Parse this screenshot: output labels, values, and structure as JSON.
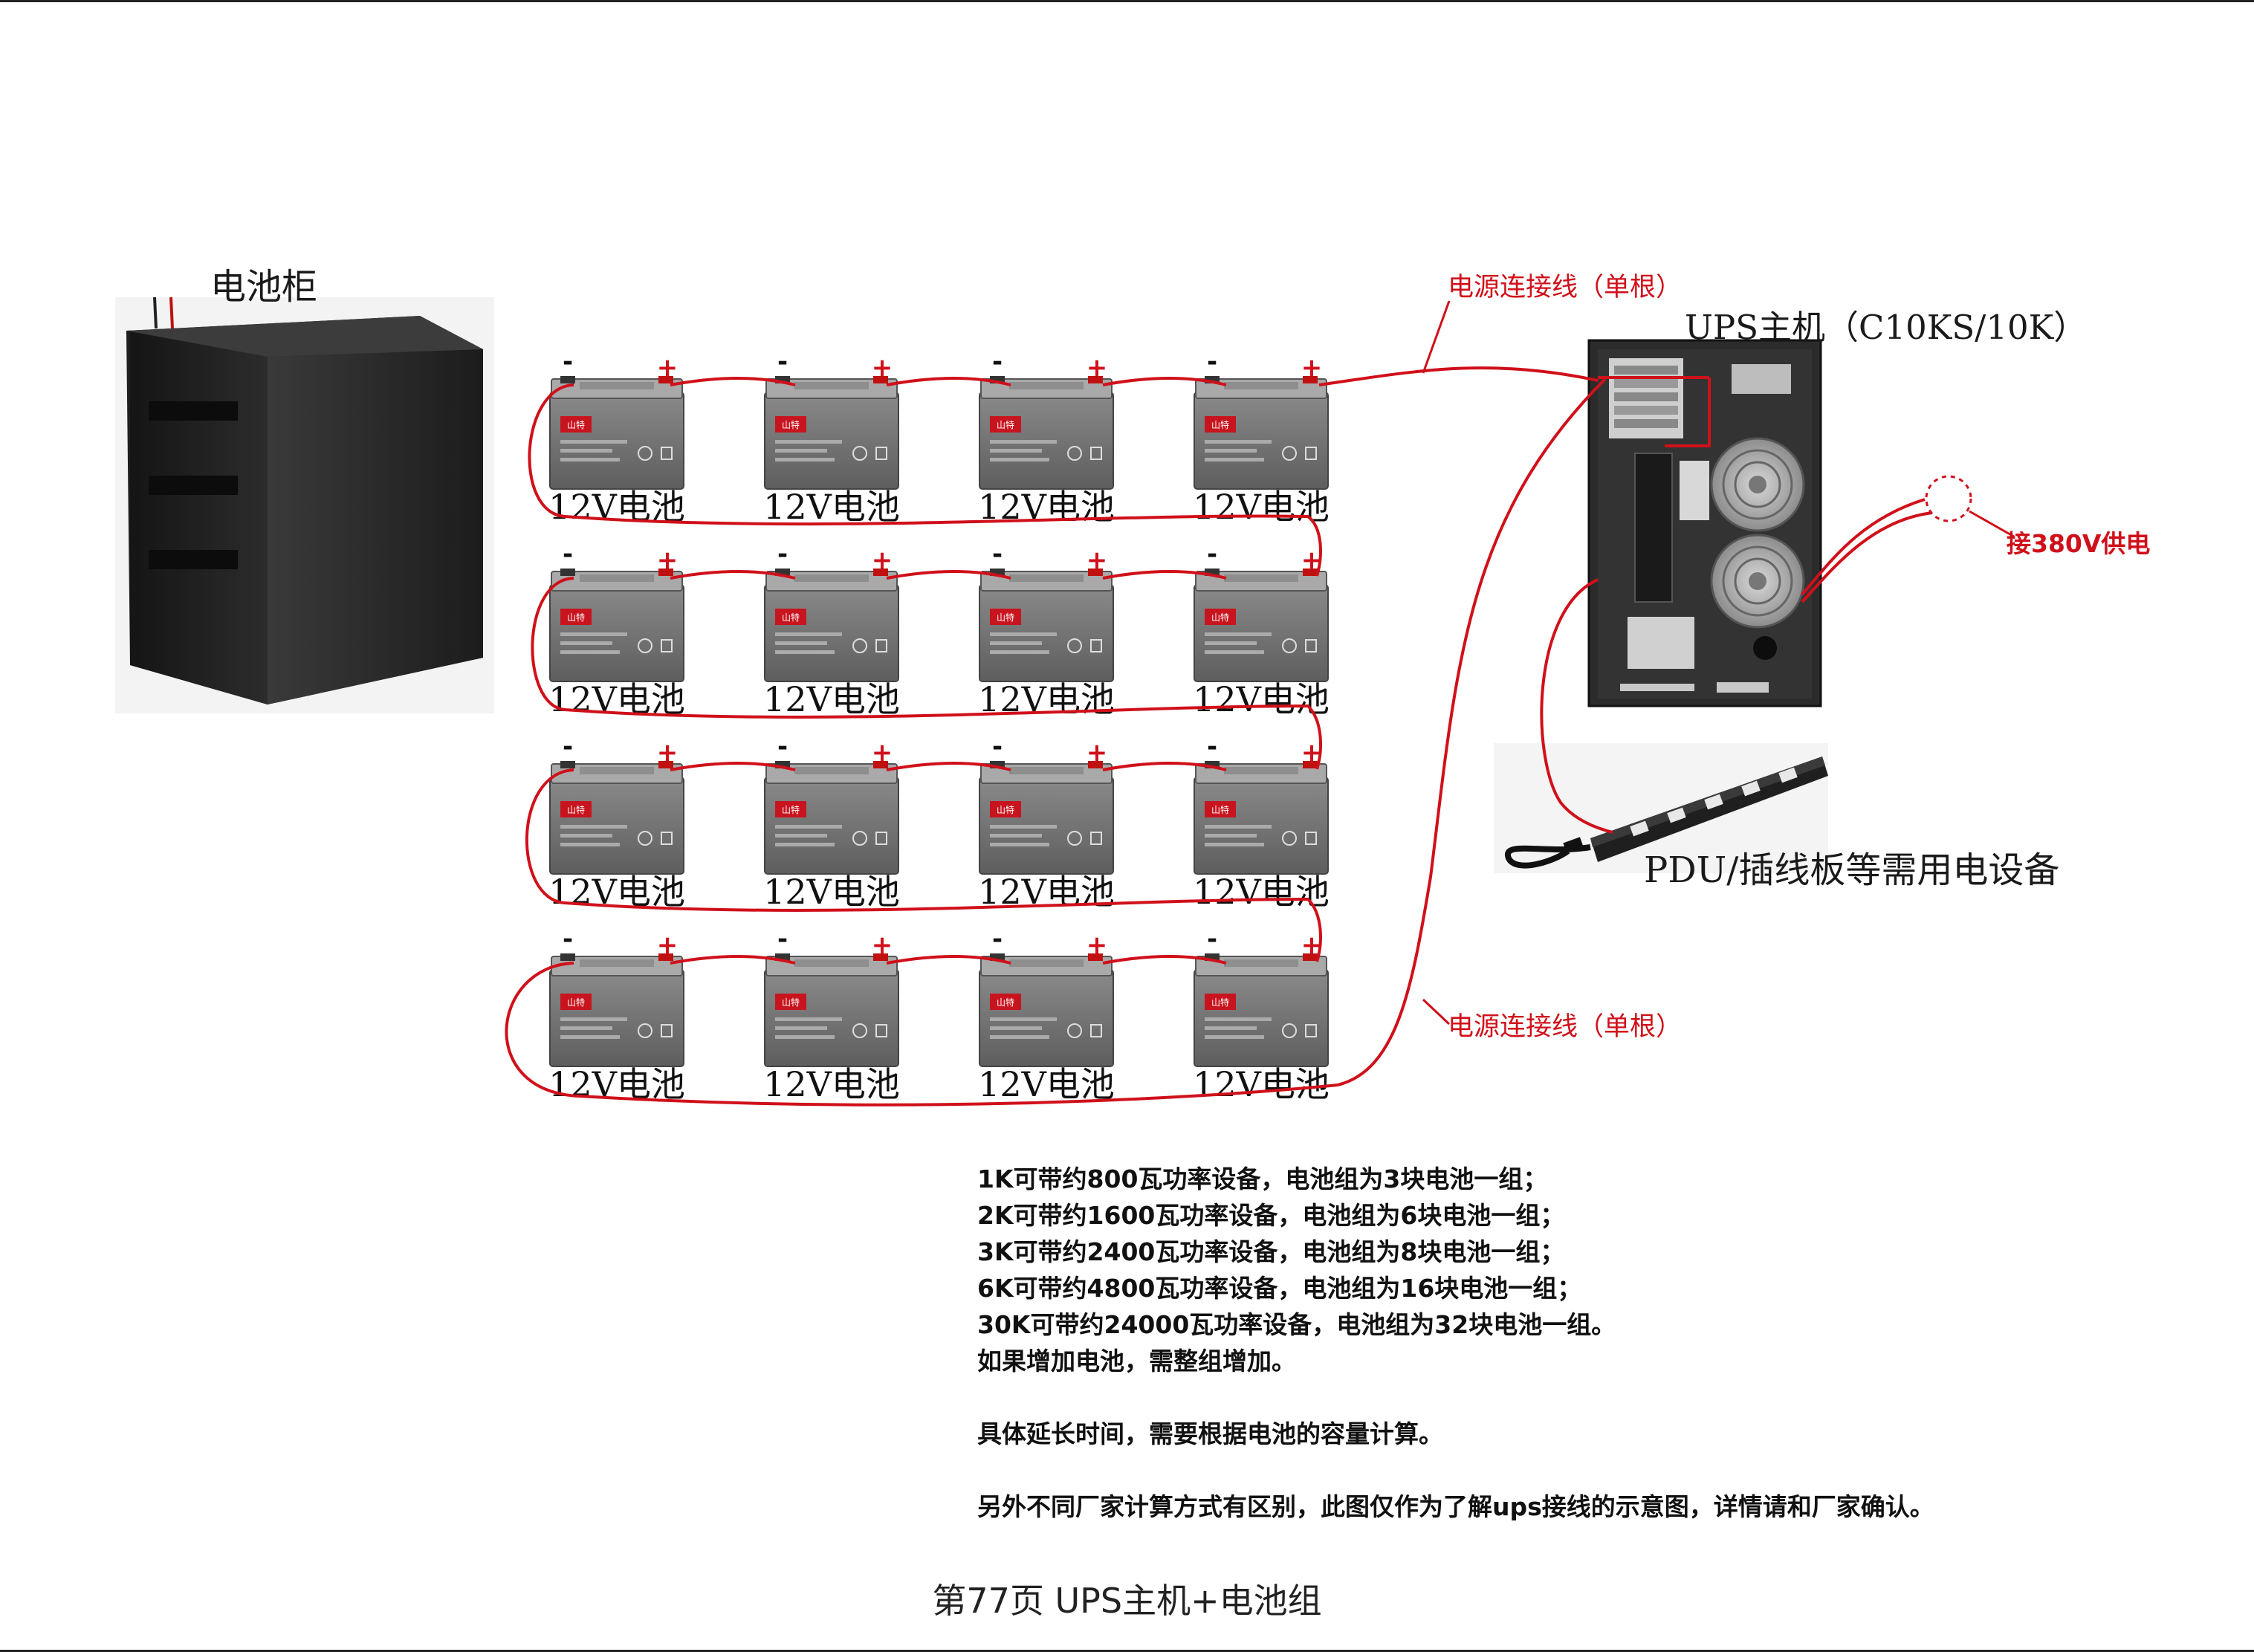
{
  "cabinet": {
    "label": "电池柜"
  },
  "ups": {
    "label": "UPS主机（C10KS/10K）"
  },
  "pdu": {
    "label": "PDU/插线板等需用电设备"
  },
  "power_cable_top": {
    "label": "电源连接线（单根）"
  },
  "power_cable_bottom": {
    "label": "电源连接线（单根）"
  },
  "supply": {
    "label": "接380V供电"
  },
  "battery": {
    "label": "12V电池",
    "brand": "山特",
    "minus": "-",
    "plus": "+"
  },
  "battery_grid": {
    "rows": 4,
    "cols": 4
  },
  "notes": [
    "1K可带约800瓦功率设备，电池组为3块电池一组；",
    "2K可带约1600瓦功率设备，电池组为6块电池一组；",
    "3K可带约2400瓦功率设备，电池组为8块电池一组；",
    "6K可带约4800瓦功率设备，电池组为16块电池一组；",
    "30K可带约24000瓦功率设备，电池组为32块电池一组。",
    "如果增加电池，需整组增加。",
    "",
    "具体延长时间，需要根据电池的容量计算。",
    "",
    "另外不同厂家计算方式有区别，此图仅作为了解ups接线的示意图，详情请和厂家确认。"
  ],
  "caption": "第77页  UPS主机+电池组",
  "colors": {
    "wire": "#d0101a",
    "battery_body": "#7a7a7a",
    "battery_lid": "#a9a9a9",
    "cabinet": "#2a2a2a",
    "ups": "#2b2b2b"
  }
}
